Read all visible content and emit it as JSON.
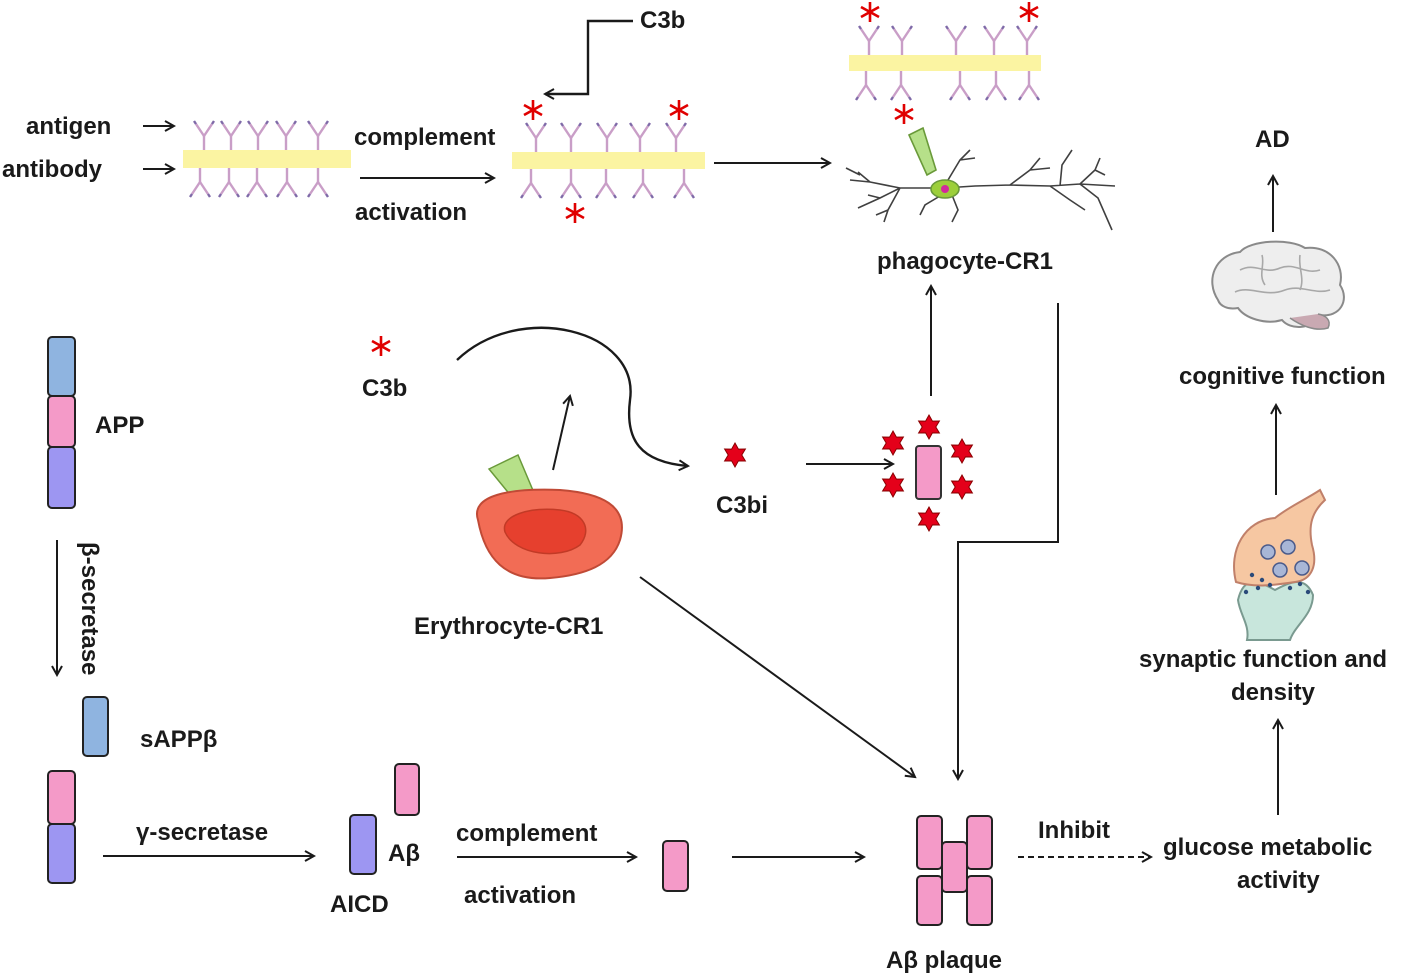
{
  "labels": {
    "antigen": "antigen",
    "antibody": "antibody",
    "complement_top": "complement",
    "activation_top": "activation",
    "c3b_top": "C3b",
    "phagocyte": "phagocyte-CR1",
    "ad": "AD",
    "cognitive": "cognitive function",
    "c3b_mid": "C3b",
    "c3bi": "C3bi",
    "erythrocyte": "Erythrocyte-CR1",
    "app": "APP",
    "beta_secretase": "β-secretase",
    "sappb": "sAPPβ",
    "gamma_secretase": "γ-secretase",
    "ab": "Aβ",
    "aicd": "AICD",
    "complement_bottom": "complement",
    "activation_bottom": "activation",
    "ab_plaque": "Aβ plaque",
    "inhibit": "Inhibit",
    "glucose_1": "glucose metabolic",
    "glucose_2": "activity",
    "synaptic_1": "synaptic function and",
    "synaptic_2": "density"
  },
  "colors": {
    "membrane": "#fbf4a2",
    "antibody": "#c99ec7",
    "antibody_tip": "#7f6aa8",
    "complement_star": "#e00000",
    "c3bi_star": "#e4001a",
    "app_blue": "#8fb4e0",
    "app_pink": "#f49ac8",
    "app_purple": "#9d96f2",
    "erythrocyte": "#f26c55",
    "receptor": "#b6e089",
    "neuron": "#404040"
  }
}
